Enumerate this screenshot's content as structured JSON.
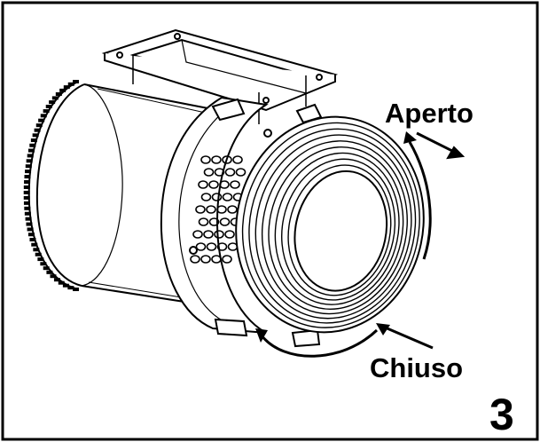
{
  "labels": {
    "open": "Aperto",
    "closed": "Chiuso",
    "figure_number": "3"
  },
  "colors": {
    "line": "#000000",
    "background": "#ffffff",
    "frame": "#000000"
  },
  "icons": {
    "open_arrow": "curved-arrow-up-right-icon",
    "close_arrow": "curved-arrow-left-icon"
  }
}
